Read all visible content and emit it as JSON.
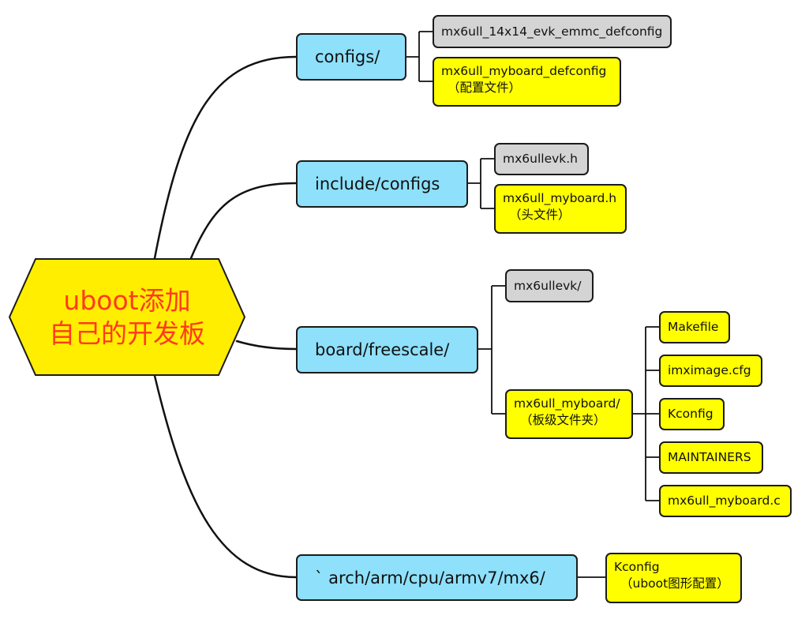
{
  "colors": {
    "root_fill": "#ffee00",
    "root_text": "#ff3a1e",
    "branch_fill": "#8ee0fb",
    "leaf_gray": "#d4d4d4",
    "leaf_yellow": "#ffff00",
    "line": "#111111"
  },
  "root": {
    "line1": "uboot添加",
    "line2": "自己的开发板"
  },
  "branches": [
    {
      "label": "configs/",
      "leaves": [
        {
          "line1": "mx6ull_14x14_evk_emmc_defconfig"
        },
        {
          "line1": "mx6ull_myboard_defconfig",
          "line2": "（配置文件）"
        }
      ]
    },
    {
      "label": "include/configs",
      "leaves": [
        {
          "line1": "mx6ullevk.h"
        },
        {
          "line1": "mx6ull_myboard.h",
          "line2": "（头文件）"
        }
      ]
    },
    {
      "label": "board/freescale/",
      "leaves": [
        {
          "line1": "mx6ullevk/"
        },
        {
          "line1": "mx6ull_myboard/",
          "line2": "（板级文件夹）",
          "children": [
            "Makefile",
            "imximage.cfg",
            "Kconfig",
            "MAINTAINERS",
            "mx6ull_myboard.c"
          ]
        }
      ]
    },
    {
      "label": "` arch/arm/cpu/armv7/mx6/",
      "leaves": [
        {
          "line1": "Kconfig",
          "line2": "（uboot图形配置）"
        }
      ]
    }
  ]
}
